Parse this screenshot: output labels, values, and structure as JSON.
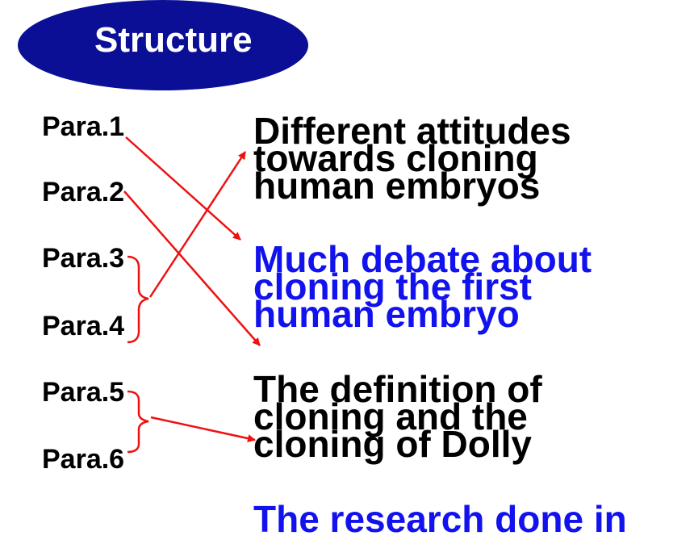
{
  "header": {
    "title": "Structure"
  },
  "paragraphs": [
    "Para.1",
    "Para.2",
    "Para.3",
    "Para.4",
    "Para.5",
    "Para.6"
  ],
  "topics": [
    {
      "lines": [
        "Different attitudes",
        "towards cloning",
        "human embryos"
      ],
      "color": "#000000"
    },
    {
      "lines": [
        "Much debate about",
        "cloning the first",
        "human embryo"
      ],
      "color": "#1212ee"
    },
    {
      "lines": [
        "The definition of",
        "cloning and the",
        "cloning of Dolly"
      ],
      "color": "#000000"
    },
    {
      "lines": [
        "The research done in"
      ],
      "color": "#1212ee"
    }
  ],
  "colors": {
    "badge": "#0a0f96",
    "arrow": "#ee1111"
  }
}
